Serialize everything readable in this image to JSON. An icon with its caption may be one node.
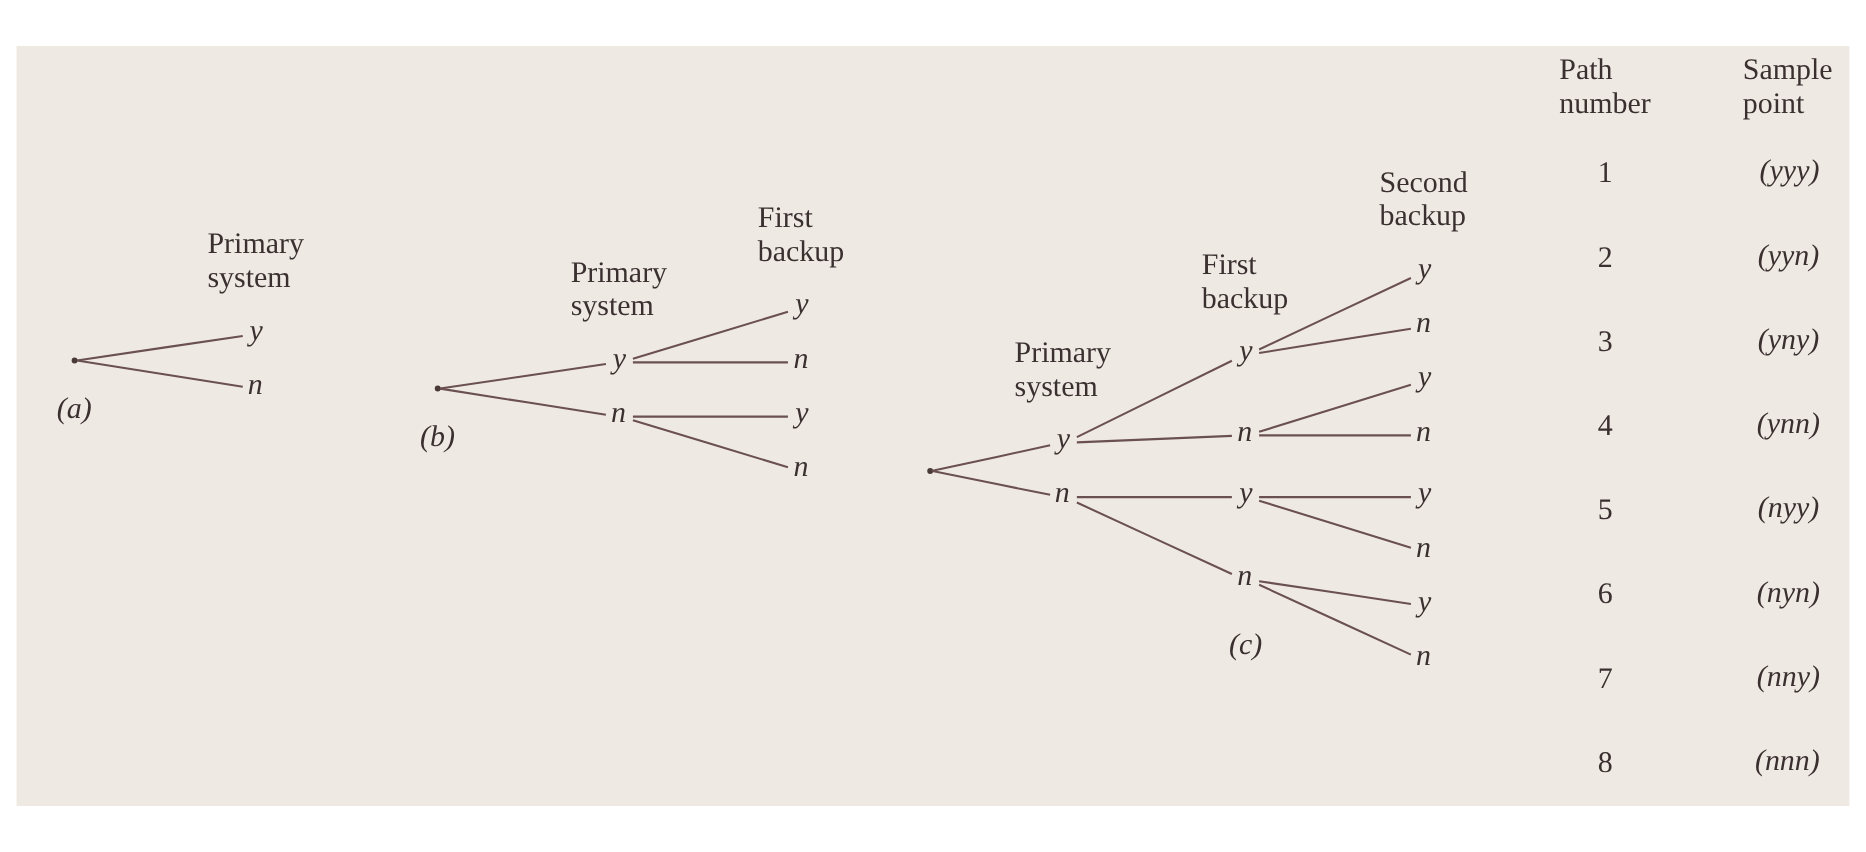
{
  "diagram": {
    "nodes": [
      {
        "text": [],
        "shape": "point"
      },
      {
        "text": [
          "y"
        ]
      },
      {
        "text": [
          "n"
        ]
      },
      {
        "text": [],
        "shape": "point"
      },
      {
        "text": [
          "y"
        ]
      },
      {
        "text": [
          "n"
        ]
      },
      {
        "text": [
          "y"
        ]
      },
      {
        "text": [
          "n"
        ]
      },
      {
        "text": [
          "y"
        ]
      },
      {
        "text": [
          "n"
        ]
      },
      {
        "text": [],
        "shape": "point"
      },
      {
        "text": [
          "y"
        ]
      },
      {
        "text": [
          "n"
        ]
      },
      {
        "text": [
          "y"
        ]
      },
      {
        "text": [
          "n"
        ]
      },
      {
        "text": [
          "y"
        ]
      },
      {
        "text": [
          "n"
        ]
      },
      {
        "text": [
          "y"
        ]
      },
      {
        "text": [
          "n"
        ]
      },
      {
        "text": [
          "y"
        ]
      },
      {
        "text": [
          "n"
        ]
      },
      {
        "text": [
          "y"
        ]
      },
      {
        "text": [
          "n"
        ]
      },
      {
        "text": [
          "y"
        ]
      },
      {
        "text": [
          "n"
        ]
      }
    ],
    "edges": [
      {
        "from": 0,
        "to": 1,
        "arrow": "none"
      },
      {
        "from": 0,
        "to": 2,
        "arrow": "none"
      },
      {
        "from": 3,
        "to": 4,
        "arrow": "none"
      },
      {
        "from": 3,
        "to": 5,
        "arrow": "none"
      },
      {
        "from": 4,
        "to": 6,
        "arrow": "none"
      },
      {
        "from": 4,
        "to": 7,
        "arrow": "none"
      },
      {
        "from": 5,
        "to": 8,
        "arrow": "none"
      },
      {
        "from": 5,
        "to": 9,
        "arrow": "none"
      },
      {
        "from": 10,
        "to": 11,
        "arrow": "none"
      },
      {
        "from": 10,
        "to": 12,
        "arrow": "none"
      },
      {
        "from": 11,
        "to": 13,
        "arrow": "none"
      },
      {
        "from": 11,
        "to": 14,
        "arrow": "none"
      },
      {
        "from": 12,
        "to": 15,
        "arrow": "none"
      },
      {
        "from": 12,
        "to": 16,
        "arrow": "none"
      },
      {
        "from": 13,
        "to": 17,
        "arrow": "none"
      },
      {
        "from": 13,
        "to": 18,
        "arrow": "none"
      },
      {
        "from": 14,
        "to": 19,
        "arrow": "none"
      },
      {
        "from": 14,
        "to": 20,
        "arrow": "none"
      },
      {
        "from": 15,
        "to": 21,
        "arrow": "none"
      },
      {
        "from": 15,
        "to": 22,
        "arrow": "none"
      },
      {
        "from": 16,
        "to": 23,
        "arrow": "none"
      },
      {
        "from": 16,
        "to": 24,
        "arrow": "none"
      }
    ],
    "labels": [
      "Primary system",
      "Primary system",
      "First backup",
      "Primary system",
      "First backup",
      "Second backup",
      "Path number",
      "Sample point",
      "1",
      "(yyy)",
      "2",
      "(yyn)",
      "3",
      "(yny)",
      "4",
      "(ynn)",
      "5",
      "(nyy)",
      "6",
      "(nyn)",
      "7",
      "(nny)",
      "8",
      "(nnn)",
      "(a)",
      "(b)",
      "(c)"
    ]
  }
}
